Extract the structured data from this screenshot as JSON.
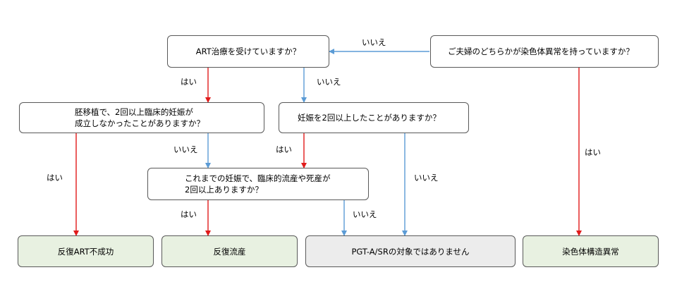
{
  "colors": {
    "yes_arrow": "#e01b1b",
    "no_arrow": "#5b9bd5",
    "border": "#595959",
    "outcome_fill": "#e8f1e1",
    "neutral_fill": "#ececec"
  },
  "nodes": {
    "q_chromosome": "ご夫婦のどちらかが染色体異常を持っていますか？",
    "q_art": "ART治療を受けていますか？",
    "q_implant": "胚移植で、2回以上臨床的妊娠が\n成立しなかったことがありますか？",
    "q_pregnancy": "妊娠を2回以上したことがありますか？",
    "q_miscarriage": "これまでの妊娠で、臨床的流産や死産が\n2回以上ありますか？",
    "o_art_failure": "反復ART不成功",
    "o_recurrent_loss": "反復流産",
    "o_not_eligible": "PGT-A/SRの対象ではありません",
    "o_structural": "染色体構造異常"
  },
  "edge_labels": {
    "chromosome_no": "いいえ",
    "chromosome_yes": "はい",
    "art_yes": "はい",
    "art_no": "いいえ",
    "implant_yes": "はい",
    "implant_no": "いいえ",
    "pregnancy_yes": "はい",
    "pregnancy_no": "いいえ",
    "miscarriage_yes": "はい",
    "miscarriage_no": "いいえ"
  }
}
